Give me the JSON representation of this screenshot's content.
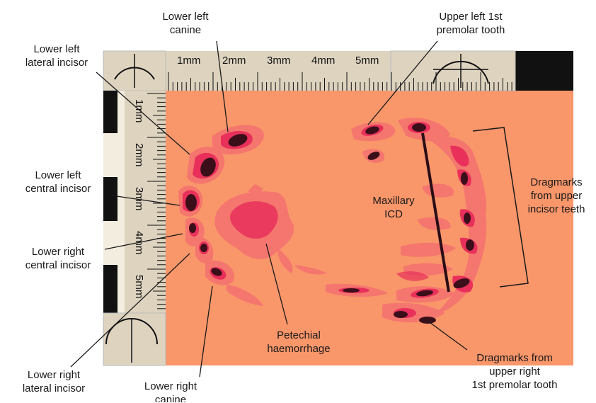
{
  "ruler": {
    "top_ticks": [
      "1mm",
      "2mm",
      "3mm",
      "4mm",
      "5mm"
    ],
    "left_ticks": [
      "1mm",
      "2mm",
      "3mm",
      "4mm",
      "5mm"
    ]
  },
  "labels": {
    "lower_left_canine": "Lower left\ncanine",
    "upper_left_premolar": "Upper left 1st\npremolar tooth",
    "lower_left_lateral_incisor": "Lower left\nlateral incisor",
    "lower_left_central_incisor": "Lower left\ncentral incisor",
    "lower_right_central_incisor": "Lower right\ncentral incisor",
    "lower_right_lateral_incisor": "Lower right\nlateral incisor",
    "lower_right_canine": "Lower right\ncanine",
    "petechial_haemorrhage": "Petechial\nhaemorrhage",
    "maxillary_icd": "Maxillary\nICD",
    "dragmarks_upper_incisor": "Dragmarks\nfrom upper\nincisor teeth",
    "dragmarks_upper_right_premolar": "Dragmarks from\nupper right\n1st premolar tooth"
  },
  "colors": {
    "skin": "#f9966a",
    "bruise_light": "#f4766e",
    "bruise_mid": "#e8305a",
    "bruise_dark": "#3a0f1a",
    "ruler_beige": "#ddd3bf",
    "ruler_black": "#111111"
  }
}
